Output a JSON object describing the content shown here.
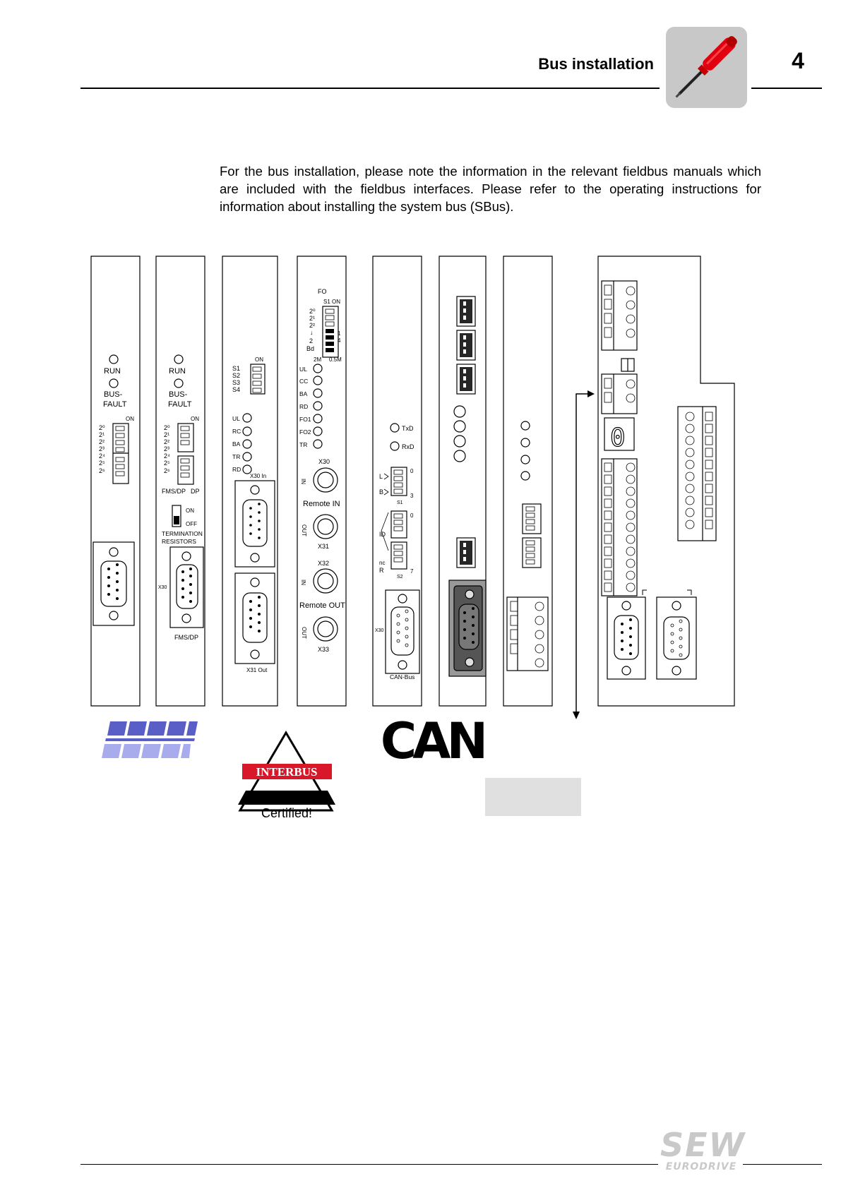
{
  "header": {
    "section_title": "Bus installation",
    "chapter_number": "4",
    "chapter_icon": "screwdriver-icon"
  },
  "body": {
    "intro": "For the bus installation, please note the information in the relevant fieldbus manuals which are included with the fieldbus interfaces. Please refer to the operating instructions for information about installing the system bus (SBus)."
  },
  "figure": {
    "profibus_fms": {
      "run": "RUN",
      "bus": "BUS-",
      "fault": "FAULT",
      "on": "ON",
      "dip_bits": [
        "2⁰",
        "2¹",
        "2²",
        "2³",
        "2⁴",
        "2⁵",
        "2⁶"
      ]
    },
    "profibus_dp": {
      "run": "RUN",
      "bus": "BUS-",
      "fault": "FAULT",
      "on": "ON",
      "dip_bits": [
        "2⁰",
        "2¹",
        "2²",
        "2³",
        "2⁴",
        "2⁵",
        "2⁶"
      ],
      "fms_dp": "FMS/DP",
      "dp": "DP",
      "term_on": "ON",
      "term_off": "OFF",
      "termination": "TERMINATION",
      "resistors": "RESISTORS",
      "x30": "X30",
      "bottom_label": "FMS/DP"
    },
    "interbus_cu": {
      "on": "ON",
      "switches": [
        "S1",
        "S2",
        "S3",
        "S4"
      ],
      "leds": [
        "UL",
        "RC",
        "BA",
        "TR",
        "RD"
      ],
      "x30_in": "X30  In",
      "x31_out": "X31  Out"
    },
    "interbus_fo": {
      "fo": "FO",
      "s1_on": "S1 ON",
      "bits": [
        "2⁰",
        "2¹",
        "2²",
        "2"
      ],
      "bd": "Bd",
      "bd_2m": "2M",
      "bd_05m": "0.5M",
      "s1_num_1": "1",
      "s1_num_4": "4",
      "leds": [
        "UL",
        "CC",
        "BA",
        "RD",
        "FO1",
        "FO2",
        "TR"
      ],
      "x30": "X30",
      "in": "IN",
      "remote_in": "Remote  IN",
      "out": "OUT",
      "x31": "X31",
      "x32": "X32",
      "remote_out": "Remote  OUT",
      "x33": "X33"
    },
    "can": {
      "txd": "TxD",
      "rxd": "RxD",
      "s1": "S1",
      "s2": "S2",
      "l": "L",
      "b": "B",
      "id": "ID",
      "nc": "nc",
      "r": "R",
      "n0a": "0",
      "n3": "3",
      "n0b": "0",
      "n7": "7",
      "x30": "X30",
      "canbus": "CAN-Bus"
    },
    "logos": {
      "interbus_word": "INTERBUS",
      "certified": "Certified!",
      "can_word": "CAN",
      "profibus_icon": "profibus-logo"
    }
  },
  "footer": {
    "brand": "SEW",
    "brand_sub": "EURODRIVE"
  }
}
